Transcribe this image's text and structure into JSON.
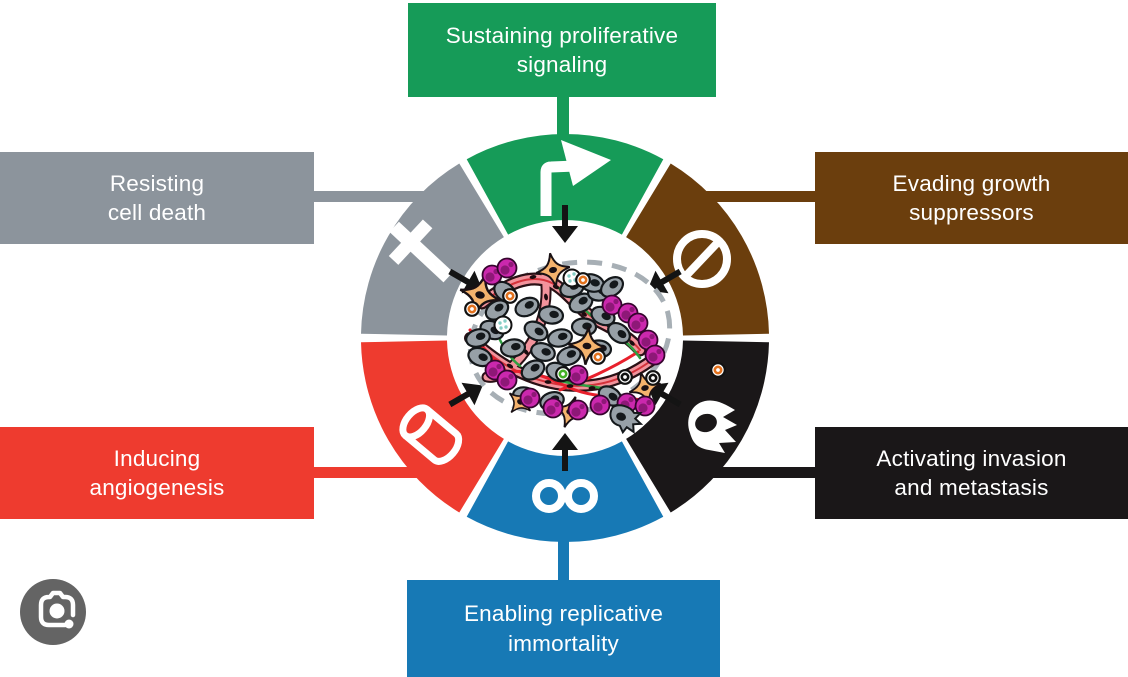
{
  "background": "#ffffff",
  "hallmarks": [
    {
      "name": "Sustaining proliferative signaling",
      "lines": [
        "Sustaining proliferative",
        "signaling"
      ],
      "color": "#169B58",
      "icon": "promoter-arrow-icon",
      "position": "top"
    },
    {
      "name": "Evading growth suppressors",
      "lines": [
        "Evading growth",
        "suppressors"
      ],
      "color": "#6B3E0D",
      "icon": "prohibition-icon",
      "position": "upper-right"
    },
    {
      "name": "Activating invasion and metastasis",
      "lines": [
        "Activating invasion",
        "and metastasis"
      ],
      "color": "#1A1718",
      "icon": "invading-cell-icon",
      "position": "lower-right"
    },
    {
      "name": "Enabling replicative immortality",
      "lines": [
        "Enabling replicative",
        "immortality"
      ],
      "color": "#1779B5",
      "icon": "infinity-icon",
      "position": "bottom"
    },
    {
      "name": "Inducing angiogenesis",
      "lines": [
        "Inducing",
        "angiogenesis"
      ],
      "color": "#EE3B2F",
      "icon": "blood-vessel-icon",
      "position": "lower-left"
    },
    {
      "name": "Resisting cell death",
      "lines": [
        "Resisting",
        "cell death"
      ],
      "color": "#8C949C",
      "icon": "cross-icon",
      "position": "upper-left"
    }
  ],
  "center": {
    "illustration": "tumor-microenvironment-illustration",
    "border_color": "#A7AFB5",
    "arrow_color": "#141414"
  },
  "lens_button": {
    "icon": "google-lens-camera-icon",
    "background": "#646464"
  }
}
